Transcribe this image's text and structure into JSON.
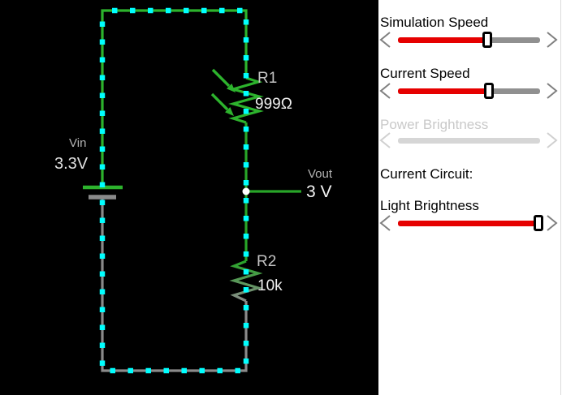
{
  "circuit": {
    "vin_label": "Vin",
    "vin_value": "3.3V",
    "r1_label": "R1",
    "r1_value": "999Ω",
    "vout_label": "Vout",
    "vout_value": "3 V",
    "r2_label": "R2",
    "r2_value": "10k"
  },
  "sidebar": {
    "current_circuit_label": "Current Circuit:",
    "sliders": [
      {
        "label": "Simulation Speed",
        "enabled": true,
        "value_pct": 63
      },
      {
        "label": "Current Speed",
        "enabled": true,
        "value_pct": 64
      },
      {
        "label": "Power Brightness",
        "enabled": false,
        "value_pct": null
      },
      {
        "label": "Light Brightness",
        "enabled": true,
        "value_pct": 99
      }
    ]
  },
  "colors": {
    "wire_positive": "#2db32d",
    "wire_node": "#28a528",
    "wire_ground": "#8a8a8a",
    "current_dot": "#00ffff",
    "node_dot": "#ffffff",
    "slider_red": "#e60000",
    "disabled_gray": "#c9c9c9",
    "canvas_bg": "#000000"
  }
}
